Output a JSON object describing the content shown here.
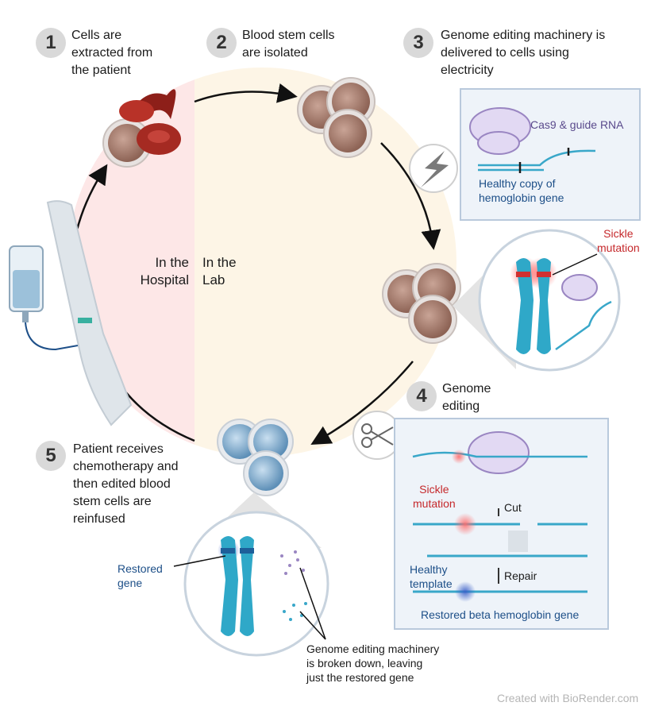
{
  "steps": [
    {
      "number": "1",
      "text": "Cells are\nextracted from\nthe patient"
    },
    {
      "number": "2",
      "text": "Blood stem cells\nare isolated"
    },
    {
      "number": "3",
      "text": "Genome editing machinery is\ndelivered to cells using\nelectricity"
    },
    {
      "number": "4",
      "text": "Genome\nediting"
    },
    {
      "number": "5",
      "text": "Patient receives\nchemotherapy and\nthen edited blood\nstem cells are\nreinfused"
    }
  ],
  "regions": {
    "hospital": "In the\nHospital",
    "lab": "In the\nLab"
  },
  "delivery_panel": {
    "cas9_label": "Cas9 & guide RNA",
    "gene_label": "Healthy copy of\nhemoglobin gene"
  },
  "zoom_top": {
    "mutation_label": "Sickle\nmutation"
  },
  "editing_panel": {
    "mutation_label": "Sickle\nmutation",
    "cut_label": "Cut",
    "template_label": "Healthy\ntemplate",
    "repair_label": "Repair",
    "restored_label": "Restored beta hemoglobin gene"
  },
  "zoom_bottom": {
    "restored_gene_label": "Restored\ngene",
    "breakdown_label": "Genome editing machinery\nis broken down, leaving\njust the restored gene"
  },
  "credit": "Created with BioRender.com",
  "colors": {
    "cycle_arrow": "#111111",
    "hospital_bg": "#fde7e7",
    "lab_bg": "#fdf5e6",
    "chromosome": "#2fa8c8",
    "mutation": "#d03030",
    "restored": "#1d5f9a",
    "dna": "#39a7c9"
  },
  "icons": [
    "lightning-icon",
    "scissors-icon",
    "iv-bag-icon",
    "arm-icon",
    "cell-icon",
    "red-blood-cell-icon",
    "cas9-protein-icon",
    "chromosome-icon",
    "dna-icon"
  ]
}
